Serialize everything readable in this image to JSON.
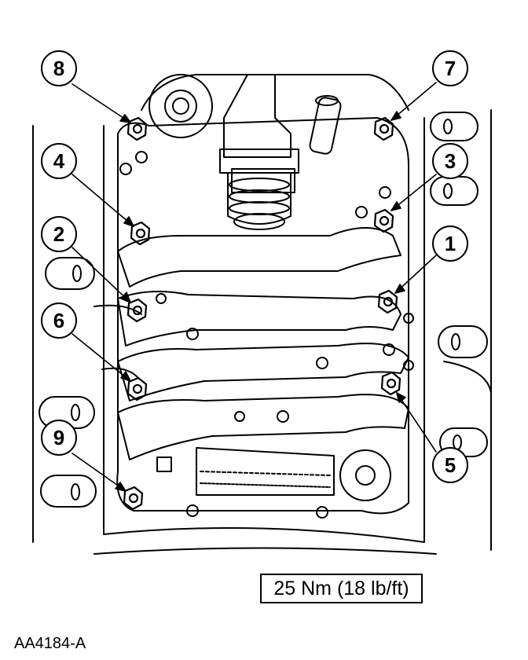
{
  "callouts": [
    {
      "number": "8"
    },
    {
      "number": "7"
    },
    {
      "number": "4"
    },
    {
      "number": "3"
    },
    {
      "number": "2"
    },
    {
      "number": "1"
    },
    {
      "number": "6"
    },
    {
      "number": "5"
    },
    {
      "number": "9"
    }
  ],
  "torque_spec": "25 Nm (18 lb/ft)",
  "figure_id": "AA4184-A",
  "colors": {
    "ink": "#000000",
    "paper": "#ffffff"
  }
}
